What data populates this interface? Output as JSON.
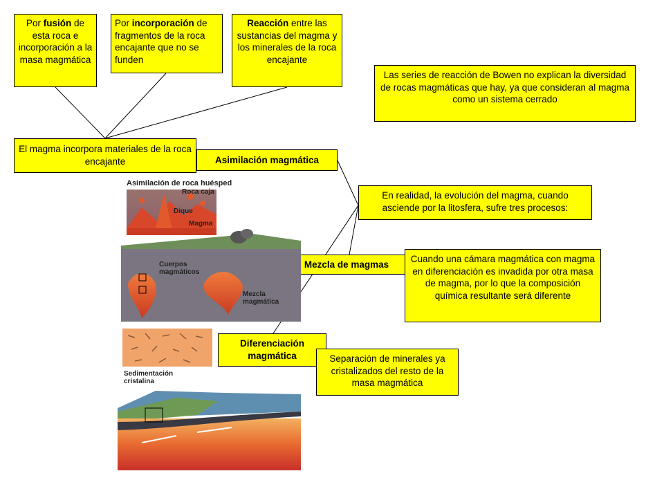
{
  "top_boxes": {
    "fusion": {
      "pre": "Por ",
      "bold": "fusión",
      "post": " de esta roca e incorporación a la masa magmática"
    },
    "incorporacion": {
      "pre": "Por ",
      "bold": "incorporación",
      "post": " de fragmentos de la roca encajante que no se funden"
    },
    "reaccion": {
      "bold": "Reacción",
      "post": " entre las sustancias del magma y los minerales de la roca encajante"
    }
  },
  "bowen_note": "Las series de reacción de Bowen no explican la diversidad de rocas magmáticas que hay, ya que consideran al magma como un sistema cerrado",
  "incorpora_box": "El magma incorpora materiales de la roca encajante",
  "asimilacion_title": "Asimilación magmática",
  "evolucion_box": "En realidad, la evolución del magma, cuando asciende por la litosfera, sufre tres procesos:",
  "mezcla_title": "Mezcla de magmas",
  "mezcla_box": "Cuando una cámara magmática con magma en diferenciación es invadida por otra masa de magma, por lo que la composición química resultante será diferente",
  "diferenciacion_title": "Diferenciación magmática",
  "separacion_box": "Separación de minerales ya cristalizados del resto de la masa magmática",
  "illustration": {
    "asimilacion_label": "Asimilación de roca huésped",
    "roca_caja": "Roca caja",
    "dique": "Dique",
    "magma": "Magma",
    "cuerpos": "Cuerpos",
    "magmaticos": "magmáticos",
    "mezcla": "Mezcla",
    "magmatica": "magmática",
    "sedimentacion": "Sedimentación",
    "cristalina": "cristalina"
  },
  "colors": {
    "box_fill": "#ffff00",
    "magma": "#e8542a",
    "crust": "#7a7580"
  }
}
